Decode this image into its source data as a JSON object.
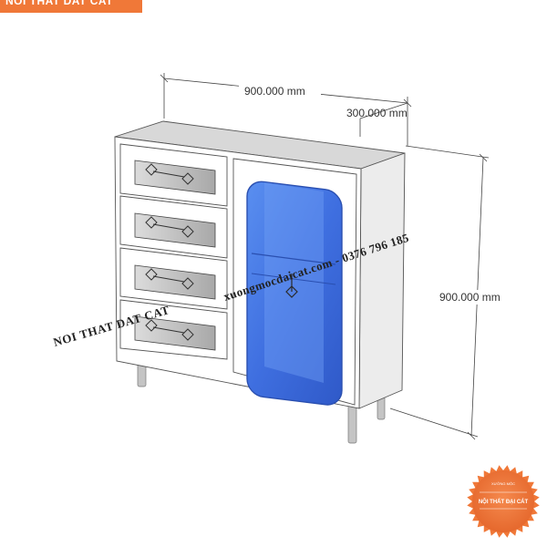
{
  "header": {
    "logo_text": "NOI THAT DAT CAT"
  },
  "dimensions": {
    "width_label": "900.000 mm",
    "depth_label": "300.000 mm",
    "height_label": "900.000 mm"
  },
  "watermark": {
    "left_text": "NOI THAT DAT CAT",
    "right_text": "xuongmocdaicat.com  -  0376 796 185"
  },
  "badge": {
    "top_text": "XƯỞNG MỘC",
    "main_text": "NỘI THẤT ĐẠI CÁT",
    "color": "#f07838"
  },
  "colors": {
    "cabinet_frame": "#ffffff",
    "glass": "#4d7fe8",
    "leg": "#b8b8b8",
    "accent_orange": "#f07838"
  },
  "icons": {
    "drawer_handle": "drawer-handle-icon",
    "door_handle": "door-handle-icon"
  }
}
